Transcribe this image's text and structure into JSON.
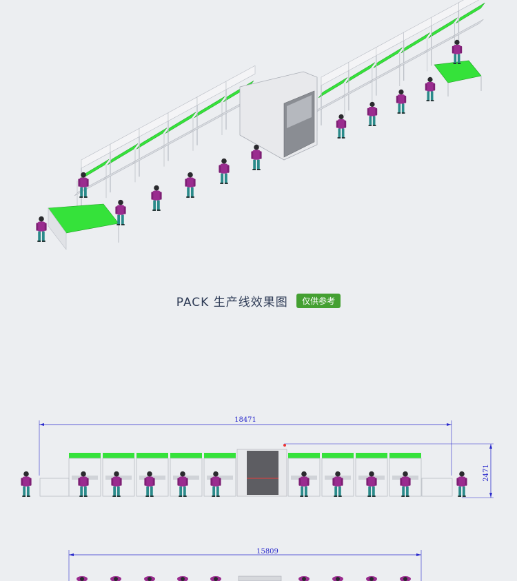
{
  "caption": {
    "title": "PACK 生产线效果图",
    "badge": "仅供参考"
  },
  "front_view": {
    "length": "18471",
    "height": "2471"
  },
  "plan_view": {
    "length": "15809"
  },
  "colors": {
    "frame": "#f4f4f6",
    "belt": "#35e23a",
    "worker_top": "#9a2c8f",
    "worker_legs": "#2a8a8a",
    "dimension_line": "#2b2bcc",
    "machine": "#5d5d62"
  }
}
